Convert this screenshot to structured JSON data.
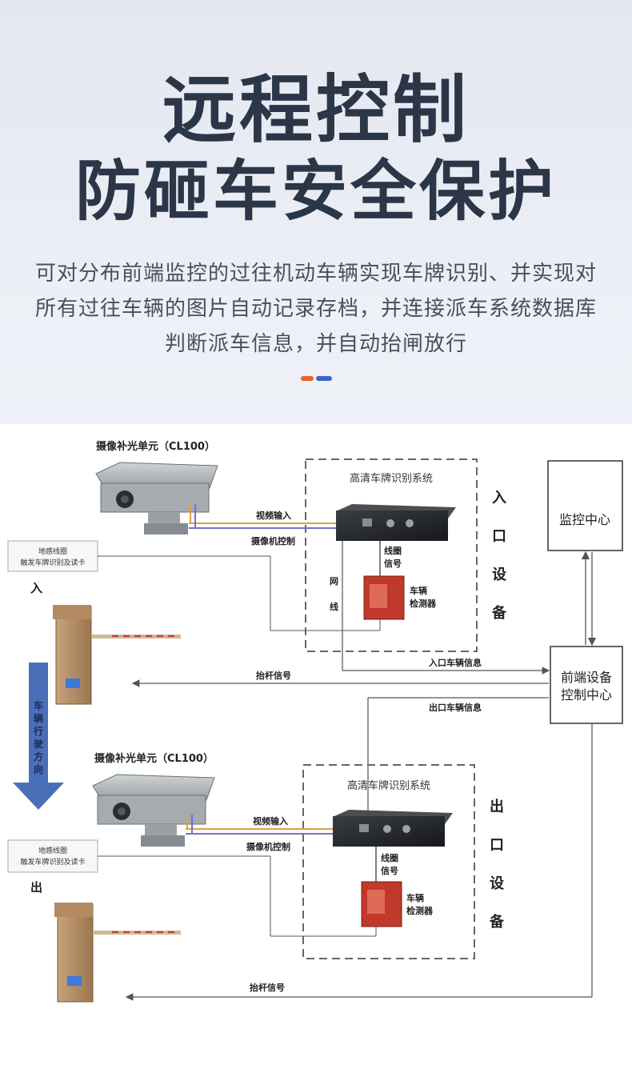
{
  "header": {
    "title_line1": "远程控制",
    "title_line2": "防砸车安全保护",
    "description": "可对分布前端监控的过往机动车辆实现车牌识别、并实现对所有过往车辆的图片自动记录存档，并连接派车系统数据库判断派车信息，并自动抬闸放行"
  },
  "diagram": {
    "entry": {
      "camera_label": "摄像补光单元（CL100）",
      "system_title": "高清车牌识别系统",
      "video_input": "视频输入",
      "camera_control": "摄像机控制",
      "loop_signal": "线圈\n信号",
      "detector": "车辆\n检测器",
      "network_line": "网\n线",
      "loop_box": "地感线圈\n触发车牌识别及读卡",
      "side_label": "入",
      "device_label": "入\n口\n设\n备",
      "vehicle_info": "入口车辆信息",
      "lift_signal": "抬杆信号"
    },
    "exit": {
      "camera_label": "摄像补光单元（CL100）",
      "system_title": "高清车牌识别系统",
      "video_input": "视频输入",
      "camera_control": "摄像机控制",
      "loop_signal": "线圈\n信号",
      "detector": "车辆\n检测器",
      "loop_box": "地感线圈\n触发车牌识别及读卡",
      "side_label": "出",
      "device_label": "出\n口\n设\n备",
      "vehicle_info": "出口车辆信息",
      "lift_signal": "抬杆信号"
    },
    "monitor_center": "监控中心",
    "control_center": "前端设备\n控制中心",
    "direction_arrow": "车\n辆\n行\n驶\n方\n向",
    "colors": {
      "orange_wire": "#e0a040",
      "blue_wire": "#6d74c8",
      "line": "#555555",
      "barrier": "#b48a62",
      "arrow": "#4a6fb8"
    }
  }
}
